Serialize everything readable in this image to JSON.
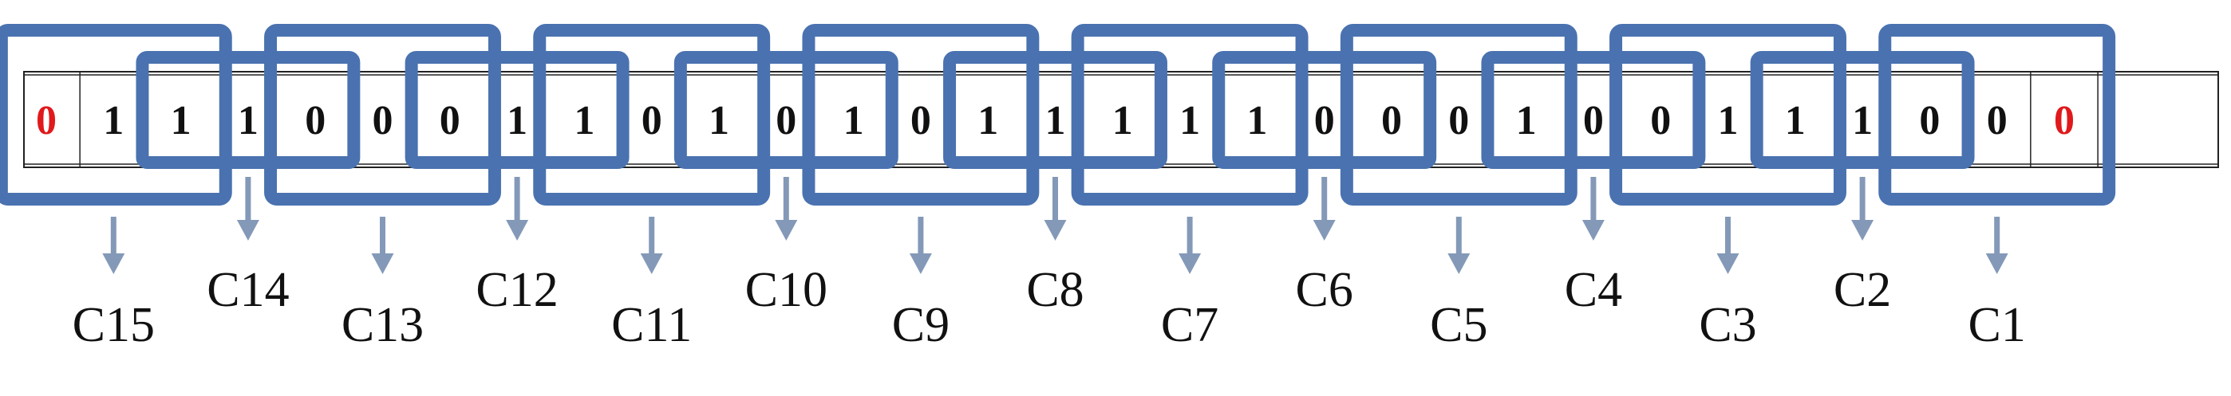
{
  "bits": [
    "0",
    "1",
    "1",
    "1",
    "0",
    "0",
    "0",
    "1",
    "1",
    "0",
    "1",
    "0",
    "1",
    "0",
    "1",
    "1",
    "1",
    "1",
    "1",
    "0",
    "0",
    "0",
    "1",
    "0",
    "0",
    "1",
    "1",
    "1",
    "0",
    "0",
    "0"
  ],
  "highlighted_bit_color": "#e0191c",
  "box_color": "#4a72b0",
  "arrow_color": "#8499b8",
  "chunk_labels": [
    "C15",
    "C14",
    "C13",
    "C12",
    "C11",
    "C10",
    "C9",
    "C8",
    "C7",
    "C6",
    "C5",
    "C4",
    "C3",
    "C2",
    "C1"
  ]
}
